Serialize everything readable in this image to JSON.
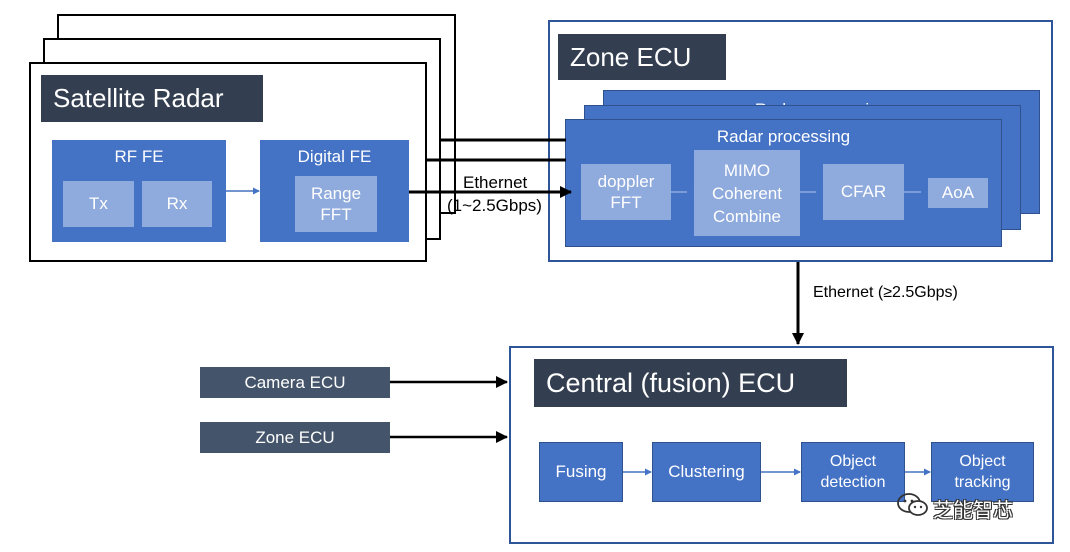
{
  "satellite": {
    "title": "Satellite Radar",
    "rf_fe": "RF FE",
    "tx": "Tx",
    "rx": "Rx",
    "digital_fe": "Digital FE",
    "range_fft": "Range FFT"
  },
  "link1": {
    "label": "Ethernet",
    "rate": "(1~2.5Gbps)"
  },
  "zone_ecu": {
    "title": "Zone ECU",
    "back_card_label": "Radar processing",
    "card_title": "Radar processing",
    "doppler": "doppler FFT",
    "mimo": "MIMO Coherent Combine",
    "cfar": "CFAR",
    "aoa": "AoA"
  },
  "link2": {
    "label": "Ethernet (≥2.5Gbps)"
  },
  "inputs": {
    "camera": "Camera ECU",
    "zone": "Zone ECU"
  },
  "central": {
    "title": "Central (fusion) ECU",
    "fusing": "Fusing",
    "clustering": "Clustering",
    "detection": "Object detection",
    "tracking": "Object tracking"
  },
  "watermark": {
    "text": "芝能智芯"
  },
  "colors": {
    "primary": "#4472c4",
    "light": "#8faadc",
    "dark": "#333f50",
    "slate": "#44546a",
    "border": "#2e5597"
  }
}
